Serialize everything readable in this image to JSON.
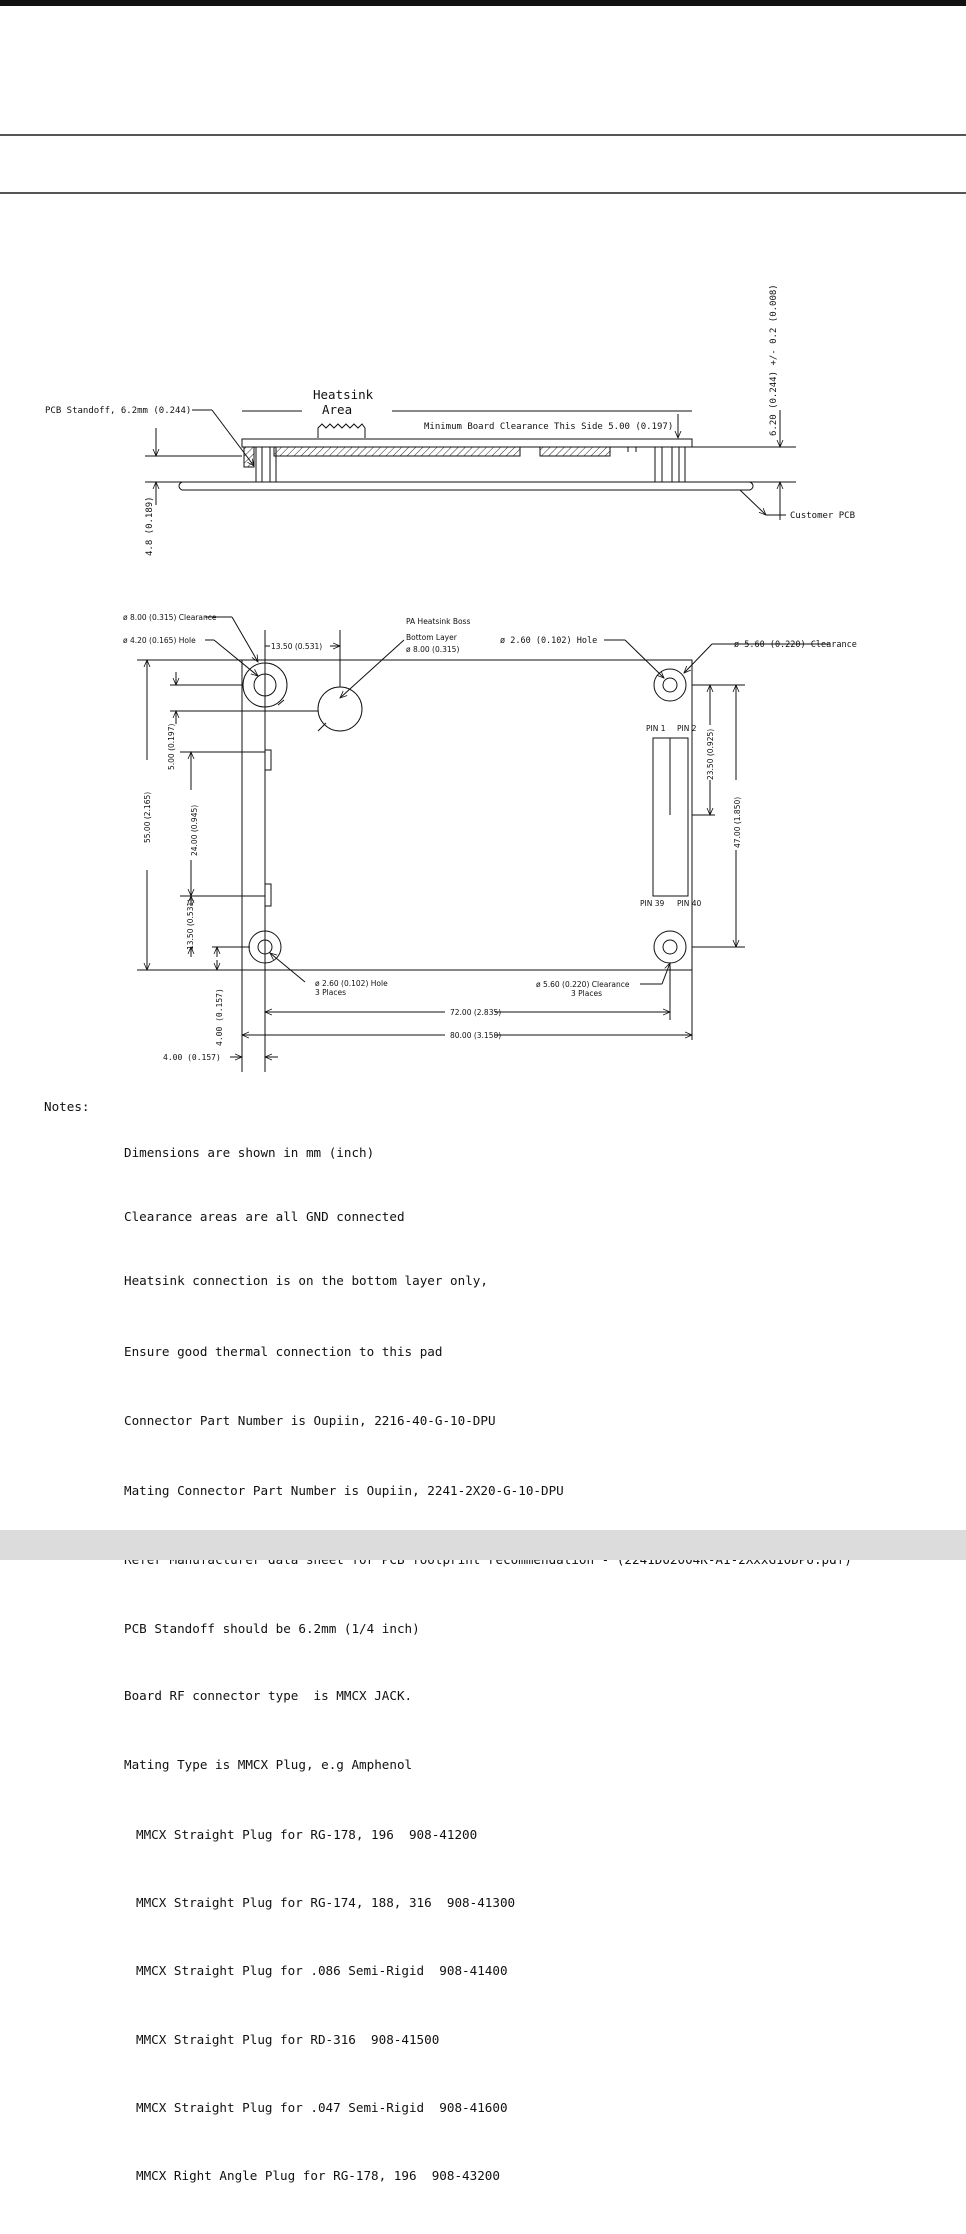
{
  "side_view": {
    "heatsink_line1": "Heatsink",
    "heatsink_line2": "Area",
    "standoff": "PCB Standoff, 6.2mm (0.244)",
    "min_clearance": "Minimum Board Clearance This Side 5.00 (0.197)",
    "height_dim": "6.20 (0.244) +/- 0.2 (0.008)",
    "customer_pcb": "Customer PCB",
    "left_dim": "4.8 (0.189)"
  },
  "top_view": {
    "clearance_8": "ø 8.00  (0.315) Clearance",
    "hole_420": "ø 4.20 (0.165) Hole",
    "dim_1350_top": "13.50 (0.531)",
    "pa_boss_1": "PA Heatsink Boss",
    "pa_boss_2": "Bottom Layer",
    "pa_boss_3": "ø 8.00 (0.315)",
    "hole_260_top": "ø 2.60 (0.102) Hole",
    "clearance_560_top": "ø 5.60 (0.220) Clearance",
    "pin1": "PIN 1",
    "pin2": "PIN 2",
    "pin39": "PIN 39",
    "pin40": "PIN 40",
    "dim_500": "5.00 (0.197)",
    "dim_5500": "55.00 (2.165)",
    "dim_2400": "24.00 (0.945)",
    "dim_1350_left": "13.50 (0.531)",
    "dim_2350": "23.50 (0.925)",
    "dim_4700": "47.00 (1.850)",
    "dim_400_v": "4.00 (0.157)",
    "dim_400_h": "4.00 (0.157)",
    "hole_260_bottom_1": "ø 2.60 (0.102) Hole",
    "hole_260_bottom_2": "3 Places",
    "clearance_560_bottom_1": "ø 5.60 (0.220) Clearance",
    "clearance_560_bottom_2": "3 Places",
    "dim_7200": "72.00 (2.835)",
    "dim_8000": "80.00 (3.150)"
  },
  "notes": {
    "label": "Notes:",
    "lines": [
      "Dimensions are shown in mm (inch)",
      "Clearance areas are all GND connected",
      "Heatsink connection is on the bottom layer only,",
      "Ensure good thermal connection to this pad",
      "Connector Part Number is Oupiin, 2216-40-G-10-DPU",
      "Mating Connector Part Number is Oupiin, 2241-2X20-G-10-DPU",
      "Refer Manufacturer data sheet for PCB footprint recommendation - (2241D02004K-A1-2XxxG10DPU.pdf)",
      "PCB Standoff should be 6.2mm (1/4 inch)",
      "Board RF connector type  is MMCX JACK.",
      "Mating Type is MMCX Plug, e.g Amphenol"
    ],
    "sub_lines": [
      "MMCX Straight Plug for RG-178, 196  908-41200",
      "MMCX Straight Plug for RG-174, 188, 316  908-41300",
      "MMCX Straight Plug for .086 Semi-Rigid  908-41400",
      "MMCX Straight Plug for RD-316  908-41500",
      "MMCX Straight Plug for .047 Semi-Rigid  908-41600",
      "MMCX Right Angle Plug for RG-178, 196  908-43200"
    ]
  }
}
